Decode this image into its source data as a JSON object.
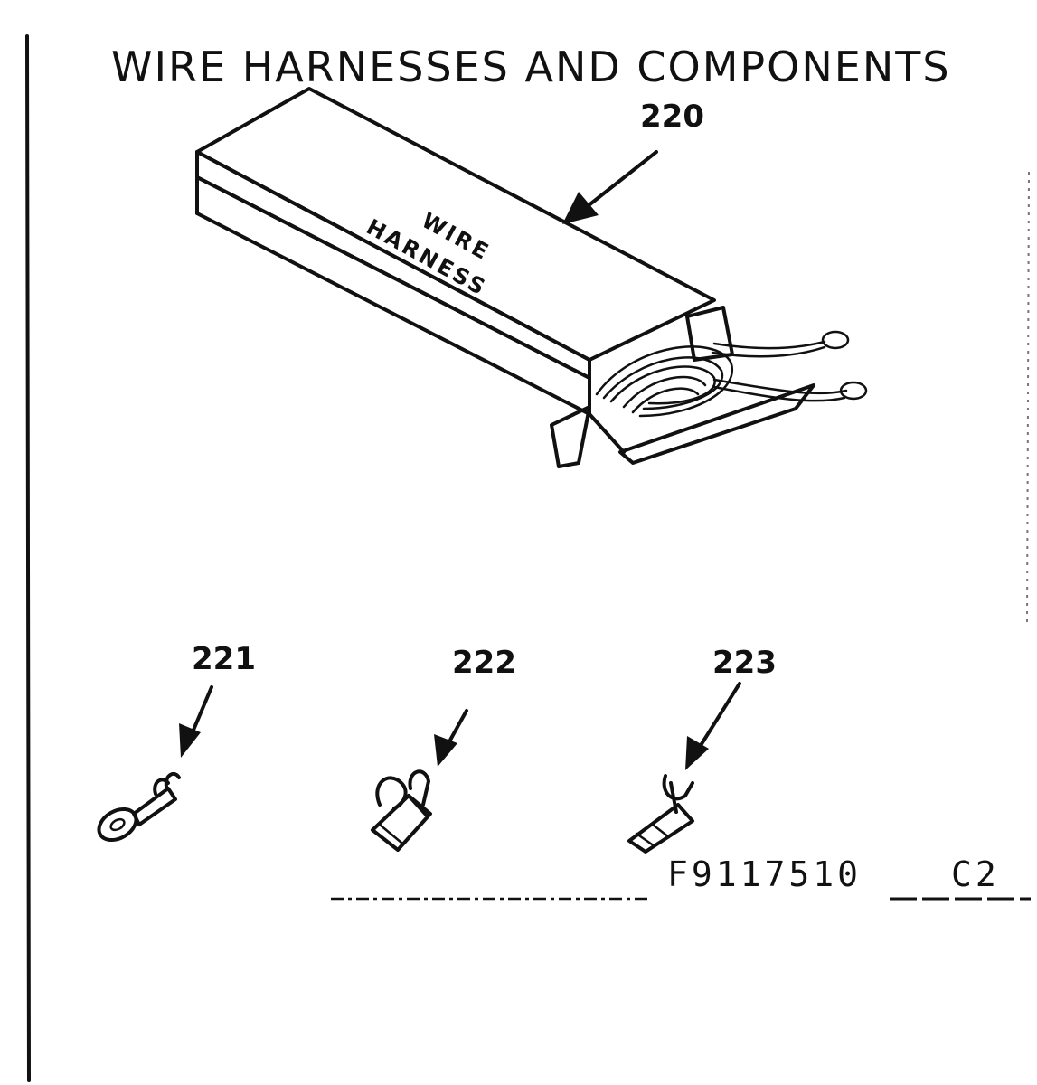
{
  "title": "WIRE HARNESSES AND COMPONENTS",
  "box_label": {
    "line1": "WIRE",
    "line2": "HARNESS"
  },
  "callouts": {
    "harness": "220",
    "ring_terminal": "221",
    "quick_connect_terminal": "222",
    "flag_terminal": "223"
  },
  "figure_number": "F9117510",
  "figure_code": "C2",
  "colors": {
    "ink": "#111111",
    "paper": "#ffffff"
  }
}
